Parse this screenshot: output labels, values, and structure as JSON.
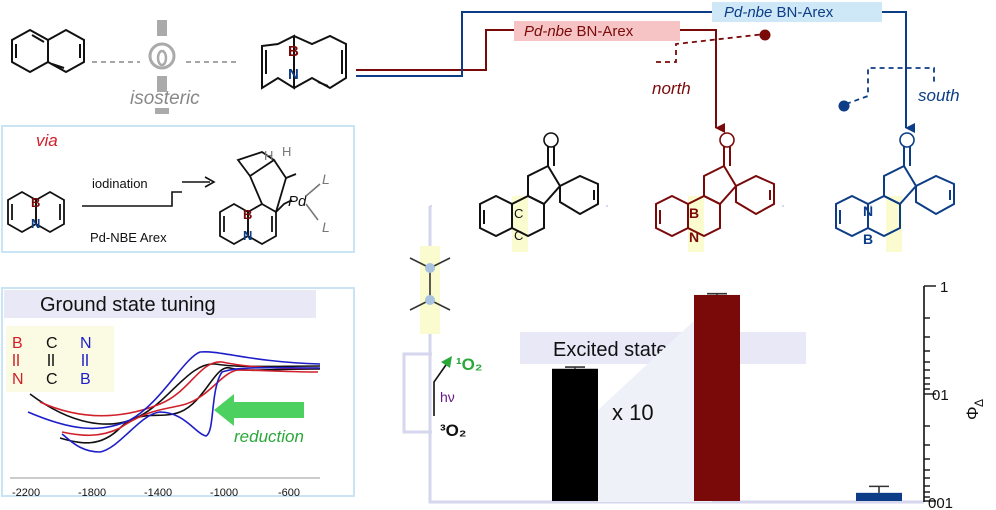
{
  "header": {
    "isosteric_label": "isosteric",
    "route_north_tag": "Pd-nbe",
    "route_north_rest": " BN-Arex",
    "route_north_label": "north",
    "route_south_tag": "Pd-nbe",
    "route_south_rest": " BN-Arex",
    "route_south_label": "south"
  },
  "via_panel": {
    "title": "via",
    "step_iodination": "iodination",
    "step_arex": "Pd-NBE Arex",
    "pd_label": "Pd",
    "ligand_label": "L",
    "h_label": "H"
  },
  "molecules": {
    "boron": "B",
    "nitrogen": "N",
    "oxygen": "O",
    "carbon": "C"
  },
  "ground_state": {
    "title": "Ground state tuning",
    "reduction_label": "reduction",
    "x_ticks": [
      "-2200",
      "-1800",
      "-1400",
      "-1000",
      "-600"
    ],
    "legend_bn": [
      "B",
      "N"
    ],
    "legend_cc": [
      "C",
      "C"
    ],
    "legend_nb": [
      "N",
      "B"
    ],
    "colors": {
      "bn_red": "#d0202a",
      "cc_black": "#111111",
      "nb_blue": "#1e1ec8"
    }
  },
  "excited_state": {
    "title": "Excited state tuning",
    "factor_label": "x 10",
    "singlet_oxygen": "¹O₂",
    "triplet_oxygen": "³O₂",
    "hv": "hν",
    "y_axis_symbol": "Φ",
    "y_axis_sub": "Δ",
    "y_ticks": [
      "1",
      "01",
      "001"
    ]
  },
  "chart_data": {
    "type": "bar",
    "categories": [
      "C=C",
      "B-N (north)",
      "N-B (south)"
    ],
    "values": [
      0.07,
      0.75,
      0.0013
    ],
    "errors": [
      0.004,
      0.03,
      0.0003
    ],
    "colors": [
      "#000000",
      "#7a0a0a",
      "#0c3d86"
    ],
    "yscale": "log",
    "ylim": [
      0.001,
      1
    ]
  }
}
